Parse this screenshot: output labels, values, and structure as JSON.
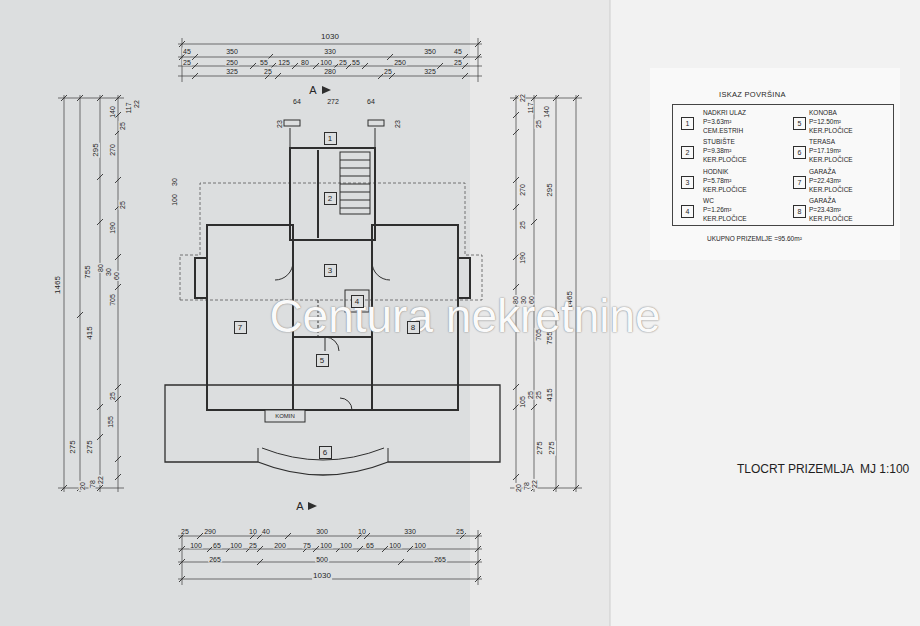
{
  "diagram": {
    "nodes": [
      {
        "text": [
          "1"
        ]
      },
      {
        "text": [
          "2"
        ]
      },
      {
        "text": [
          "3"
        ]
      },
      {
        "text": [
          "4"
        ]
      },
      {
        "text": [
          "5"
        ]
      },
      {
        "text": [
          "6"
        ]
      },
      {
        "text": [
          "7"
        ]
      },
      {
        "text": [
          "8"
        ]
      },
      {
        "text": [
          "ISKAZ POVRŠINA"
        ]
      },
      {
        "text": [
          "1"
        ],
        "in": 8
      },
      {
        "text": [
          "2"
        ],
        "in": 8
      },
      {
        "text": [
          "3"
        ],
        "in": 8
      },
      {
        "text": [
          "4"
        ],
        "in": 8
      },
      {
        "text": [
          "5"
        ],
        "in": 8
      },
      {
        "text": [
          "6"
        ],
        "in": 8
      },
      {
        "text": [
          "7"
        ],
        "in": 8
      },
      {
        "text": [
          "8"
        ],
        "in": 8
      }
    ],
    "labels": [
      "1030",
      "45",
      "350",
      "330",
      "350",
      "25",
      "250",
      "55",
      "125",
      "80",
      "100",
      "25",
      "55",
      "250",
      "45",
      "25",
      "325",
      "25",
      "280",
      "25",
      "325",
      "A",
      "64",
      "272",
      "64",
      "23",
      "23",
      "1465",
      "755",
      "415",
      "275",
      "275",
      "295",
      "140",
      "25",
      "117",
      "22",
      "270",
      "25",
      "190",
      "80",
      "30",
      "60",
      "705",
      "25",
      "155",
      "22",
      "78",
      "20",
      "100",
      "30",
      "22",
      "117",
      "25",
      "140",
      "270",
      "295",
      "25",
      "190",
      "80",
      "30",
      "60",
      "705",
      "755",
      "415",
      "1465",
      "105",
      "25",
      "25",
      "275",
      "275",
      "20",
      "78",
      "22",
      "KOMIN",
      "A",
      "25",
      "290",
      "10",
      "40",
      "300",
      "10",
      "330",
      "25",
      "100",
      "65",
      "100",
      "25",
      "200",
      "75",
      "100",
      "100",
      "65",
      "100",
      "100",
      "265",
      "500",
      "265",
      "1030",
      "Centura nekretnine",
      "NADKRI ULAZ",
      "P=3.63m²",
      "CEM.ESTRIH",
      "STUBIŠTE",
      "P=9.38m²",
      "KER.PLOČICE",
      "HODNIK",
      "P=5.78m²",
      "KER.PLOČICE",
      "WC",
      "P=1.26m²",
      "KER.PLOČICE",
      "KONOBA",
      "P=12.50m²",
      "KER.PLOČICE",
      "TERASA",
      "P=17.19m²",
      "KER.PLOČICE",
      "GARAŽA",
      "P=22.43m²",
      "KER.PLOČICE",
      "GARAŽA",
      "P=23.43m²",
      "KER.PLOČICE",
      "UKUPNO PRIZEMLJE =95.60m²",
      "TLOCRT PRIZEMLJA  MJ 1:100"
    ]
  }
}
